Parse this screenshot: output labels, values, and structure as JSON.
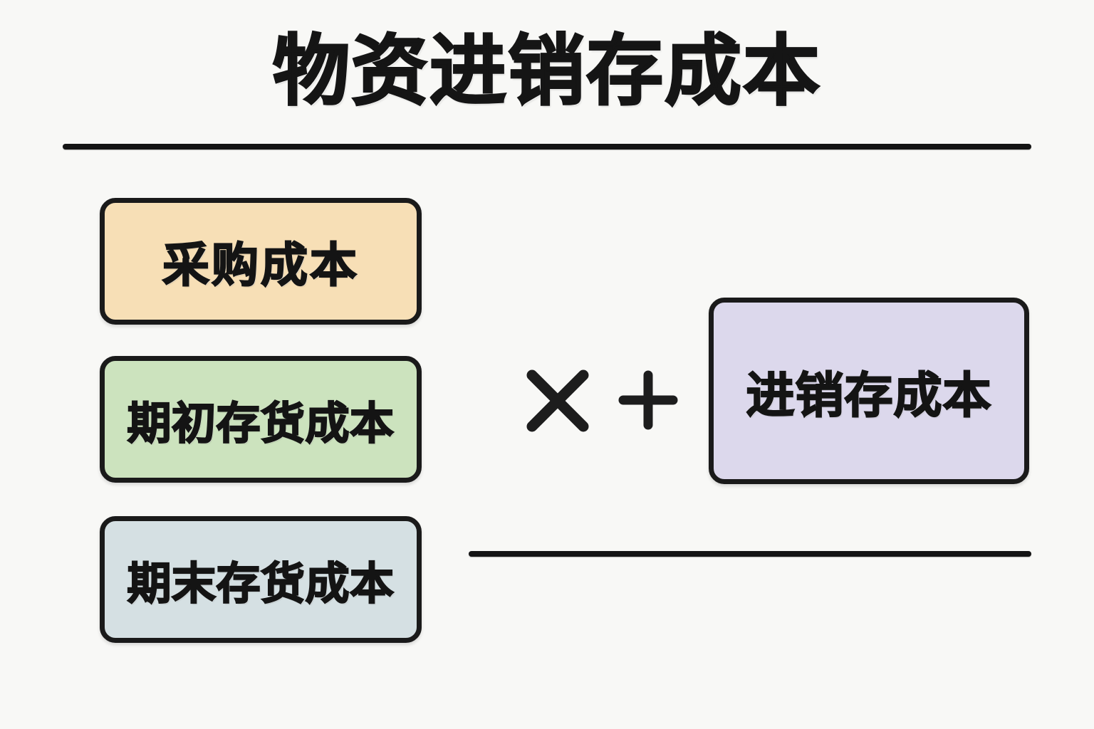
{
  "page": {
    "title": "物资进销存成本",
    "background_color": "#f8f8f6",
    "text_color": "#141414",
    "rule_color": "#141414"
  },
  "formula": {
    "description": "物资进销存成本 = 采购成本 × 期初存货成本 + 期末存货成本 → 进销存成本",
    "operands": [
      {
        "id": "purchase-cost",
        "label": "采购成本",
        "fill_color": "#f7dfb6",
        "border_color": "#1a1a1a"
      },
      {
        "id": "opening-inventory-cost",
        "label": "期初存货成本",
        "fill_color": "#cce3be",
        "border_color": "#1a1a1a"
      },
      {
        "id": "closing-inventory-cost",
        "label": "期末存货成本",
        "fill_color": "#d5e0e3",
        "border_color": "#1a1a1a"
      }
    ],
    "operators": [
      {
        "id": "multiply",
        "symbol": "×",
        "icon": "multiply-icon",
        "color": "#1d1d1d"
      },
      {
        "id": "plus",
        "symbol": "+",
        "icon": "plus-icon",
        "color": "#1d1d1d"
      }
    ],
    "result": {
      "id": "result-cost",
      "label": "进销存成本",
      "fill_color": "#dcd8ec",
      "border_color": "#1a1a1a"
    }
  },
  "rules": {
    "top": {
      "name": "top-divider"
    },
    "bottom": {
      "name": "bottom-divider"
    }
  }
}
